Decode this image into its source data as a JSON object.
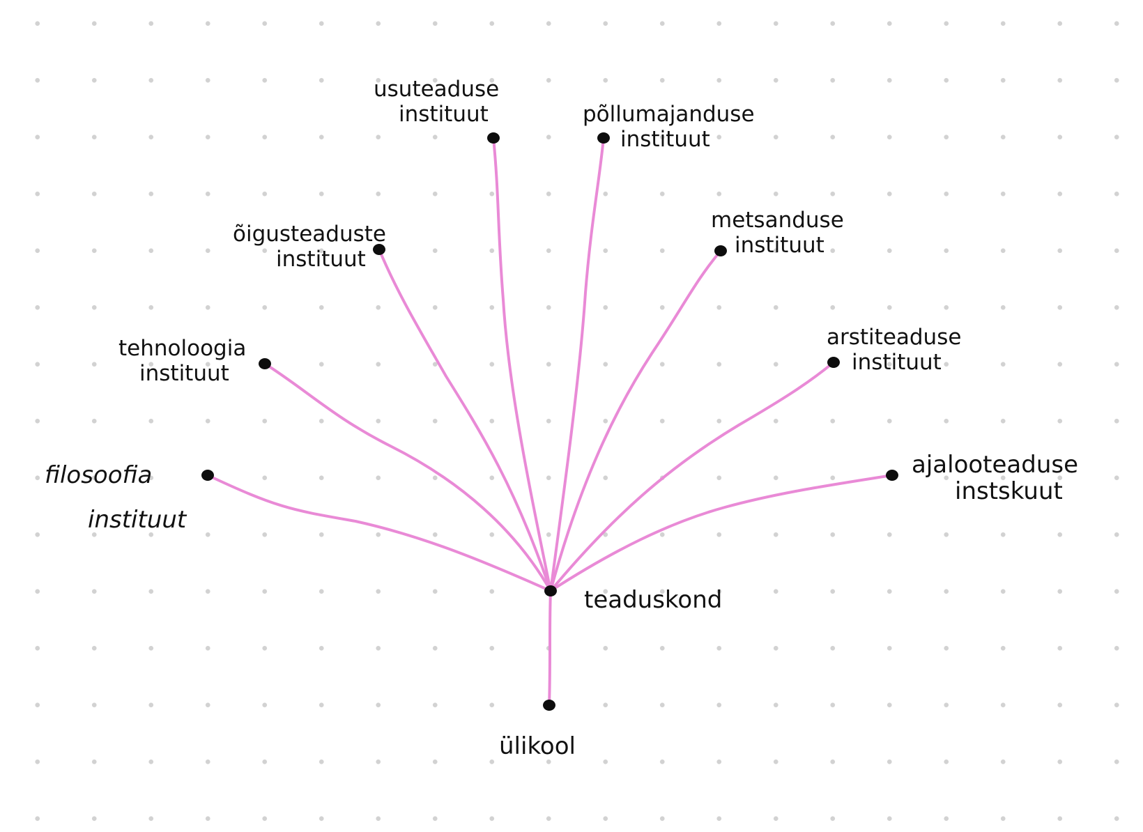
{
  "diagram": {
    "link_color": "#e98ad6",
    "dot_color": "#0d0d0d",
    "background_dot_color": "#d2d2d2",
    "root": {
      "id": "ulikool",
      "lines": [
        "ülikool"
      ]
    },
    "hub": {
      "id": "teaduskond",
      "lines": [
        "teaduskond"
      ]
    },
    "leaves": [
      {
        "id": "filosoofia",
        "lines": [
          "filosoofia",
          "instituut"
        ]
      },
      {
        "id": "tehnoloogia",
        "lines": [
          "tehnoloogia",
          "instituut"
        ]
      },
      {
        "id": "oigusteaduste",
        "lines": [
          "õigusteaduste",
          "instituut"
        ]
      },
      {
        "id": "usuteaduse",
        "lines": [
          "usuteaduse",
          "instituut"
        ]
      },
      {
        "id": "pollumajanduse",
        "lines": [
          "põllumajanduse",
          "instituut"
        ]
      },
      {
        "id": "metsanduse",
        "lines": [
          "metsanduse",
          "instituut"
        ]
      },
      {
        "id": "arstiteaduse",
        "lines": [
          "arstiteaduse",
          "instituut"
        ]
      },
      {
        "id": "ajalooteaduse",
        "lines": [
          "ajalooteaduse",
          "instskuut"
        ]
      }
    ]
  }
}
